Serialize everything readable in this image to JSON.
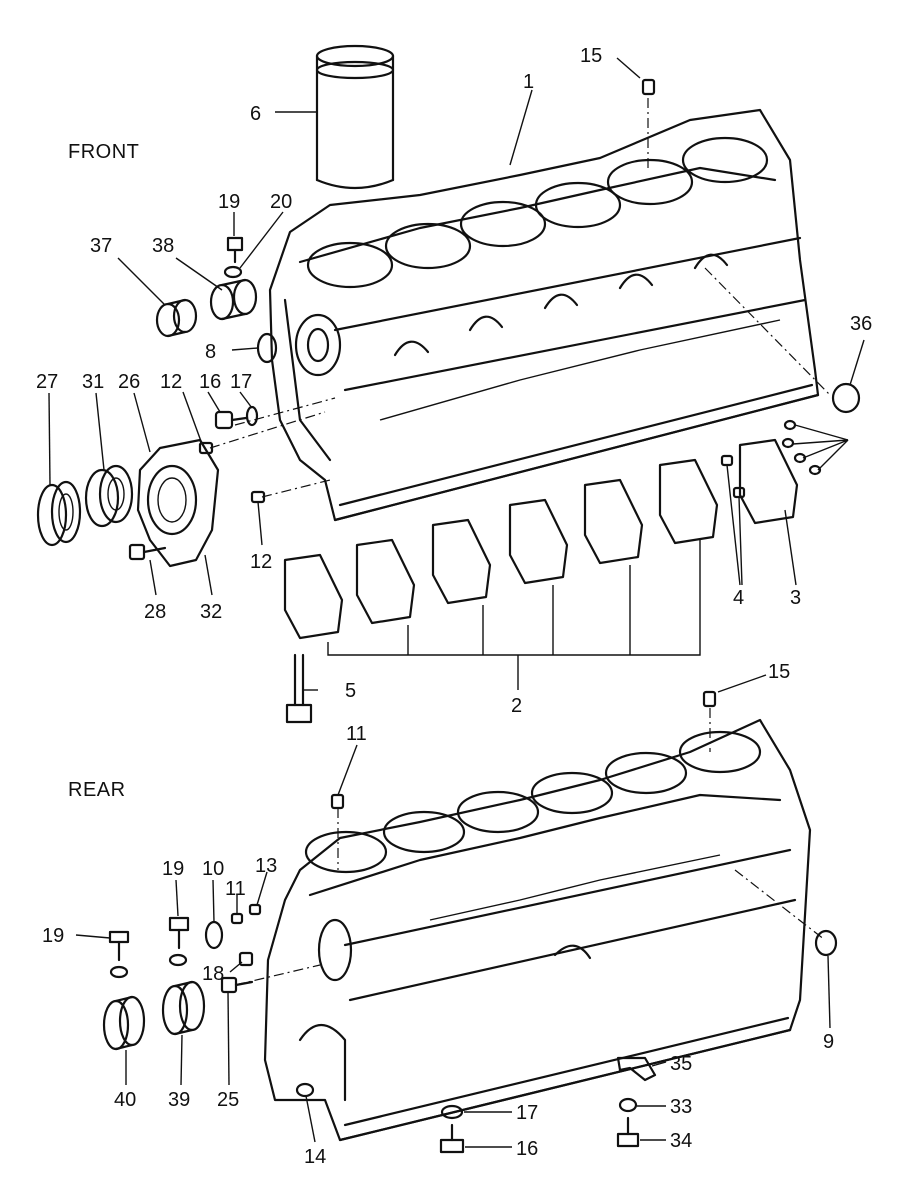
{
  "sections": {
    "front": "FRONT",
    "rear": "REAR"
  },
  "callouts": {
    "c1": "1",
    "c2": "2",
    "c3": "3",
    "c4": "4",
    "c5": "5",
    "c6": "6",
    "c8": "8",
    "c9": "9",
    "c10": "10",
    "c11a": "11",
    "c11b": "11",
    "c12a": "12",
    "c12b": "12",
    "c13": "13",
    "c14": "14",
    "c15a": "15",
    "c15b": "15",
    "c16a": "16",
    "c16b": "16",
    "c17a": "17",
    "c17b": "17",
    "c18": "18",
    "c19a": "19",
    "c19b": "19",
    "c19c": "19",
    "c20": "20",
    "c25": "25",
    "c26": "26",
    "c27": "27",
    "c28": "28",
    "c31": "31",
    "c32": "32",
    "c33": "33",
    "c34": "34",
    "c35": "35",
    "c36": "36",
    "c37": "37",
    "c38": "38",
    "c39": "39",
    "c40": "40"
  }
}
